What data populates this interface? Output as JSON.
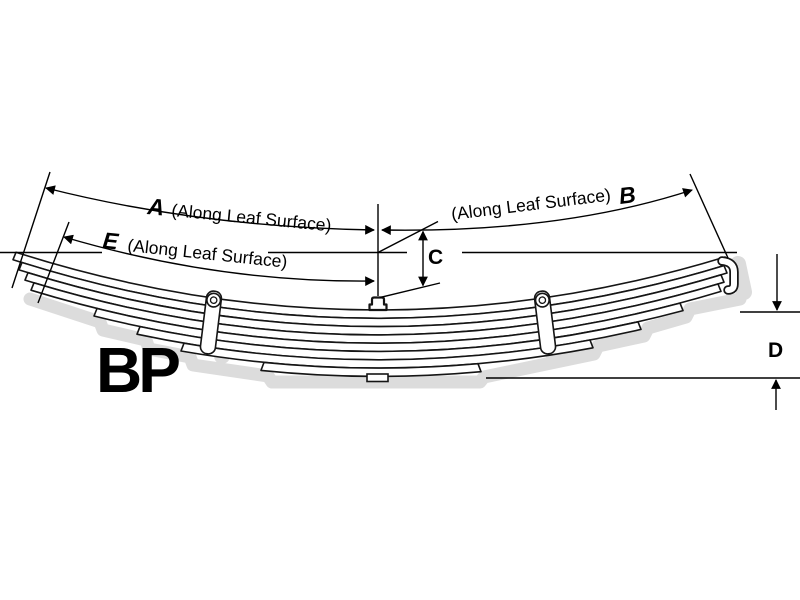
{
  "labels": {
    "a": "A",
    "b": "B",
    "c": "C",
    "d": "D",
    "e": "E",
    "along_note": "(Along Leaf Surface)"
  },
  "watermark": "BP",
  "colors": {
    "red": "#e8111c",
    "line": "#000000",
    "leaf_outline": "#151515",
    "leaf_fill": "#ffffff",
    "shadow": "#dcdcdc",
    "watermark": "#e7e7e7",
    "background": "#ffffff"
  }
}
